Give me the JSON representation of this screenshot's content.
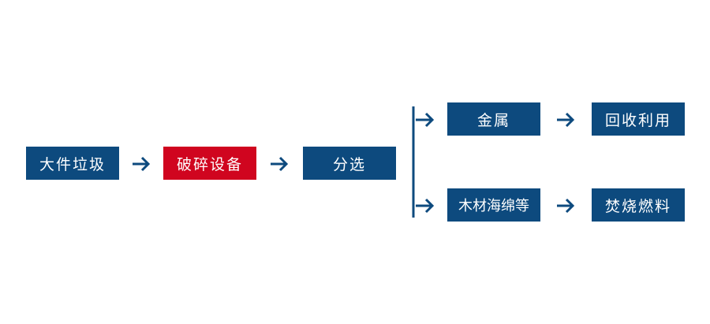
{
  "colors": {
    "node": "#0d4a7e",
    "highlight": "#d0051f",
    "arrow": "#0d4a7e"
  },
  "nodes": {
    "bulky_waste": "大件垃圾",
    "crushing_equipment": "破碎设备",
    "sorting": "分选",
    "metal": "金属",
    "recycle": "回收利用",
    "wood_sponge": "木材海绵等",
    "incineration_fuel": "焚烧燃料"
  }
}
